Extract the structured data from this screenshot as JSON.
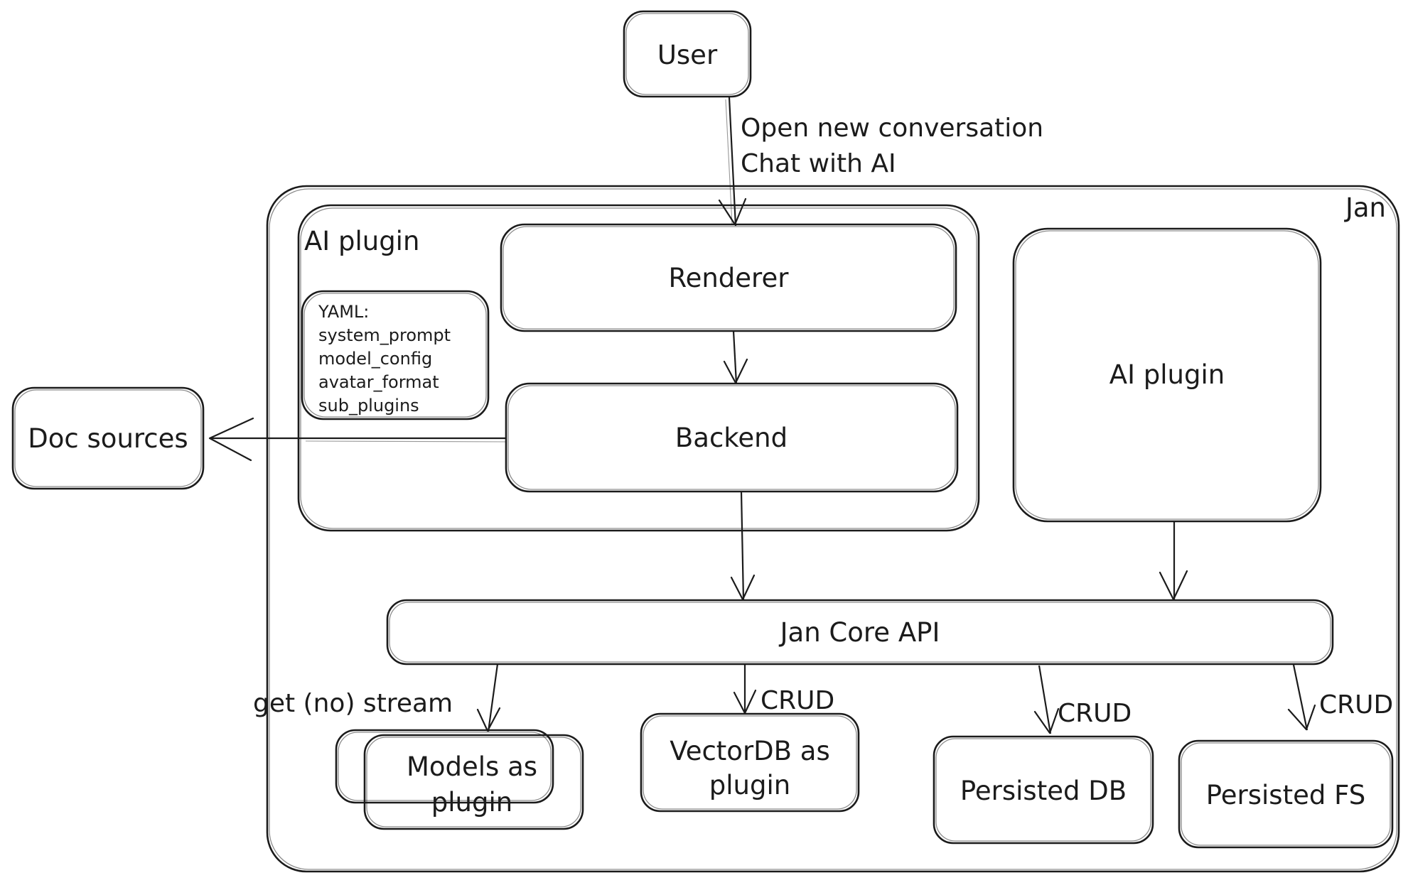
{
  "diagram": {
    "colors": {
      "stroke": "#1b1b1b",
      "background": "#ffffff"
    },
    "nodes": {
      "user": {
        "label": "User"
      },
      "jan_container": {
        "label": "Jan"
      },
      "ai_plugin_left": {
        "label": "AI plugin"
      },
      "renderer": {
        "label": "Renderer"
      },
      "yaml_note": {
        "lines": [
          "YAML:",
          "system_prompt",
          "model_config",
          "avatar_format",
          "sub_plugins"
        ]
      },
      "backend": {
        "label": "Backend"
      },
      "doc_sources": {
        "label": "Doc sources"
      },
      "ai_plugin_right": {
        "label": "AI plugin"
      },
      "jan_core_api": {
        "label": "Jan Core API"
      },
      "models_plugin": {
        "lines": [
          "Models as",
          "plugin"
        ]
      },
      "vectordb_plugin": {
        "lines": [
          "VectorDB as",
          "plugin"
        ]
      },
      "persisted_db": {
        "label": "Persisted DB"
      },
      "persisted_fs": {
        "label": "Persisted FS"
      }
    },
    "edges": {
      "user_to_renderer": {
        "labels": [
          "Open new conversation",
          "Chat with AI"
        ]
      },
      "jancore_to_models": {
        "label": "get (no) stream"
      },
      "jancore_to_vectordb": {
        "label": "CRUD"
      },
      "jancore_to_persisted_db": {
        "label": "CRUD"
      },
      "jancore_to_persisted_fs": {
        "label": "CRUD"
      }
    }
  }
}
